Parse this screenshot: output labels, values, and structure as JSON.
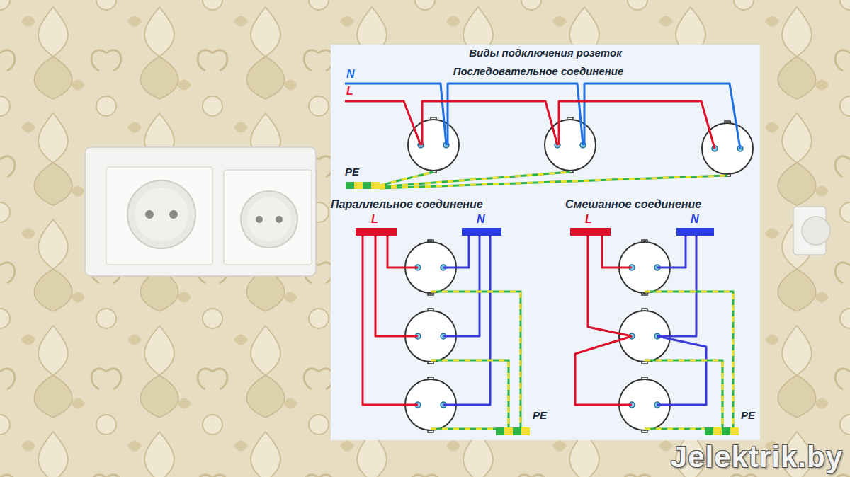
{
  "diagram": {
    "title": "Виды подключения розеток",
    "labels": [
      "Последовательное соединение",
      "N",
      "L",
      "PE",
      "Параллельное соединение",
      "L",
      "N",
      "PE",
      "Смешанное соединение",
      "L",
      "N",
      "PE",
      "Jelektrik.by"
    ]
  }
}
